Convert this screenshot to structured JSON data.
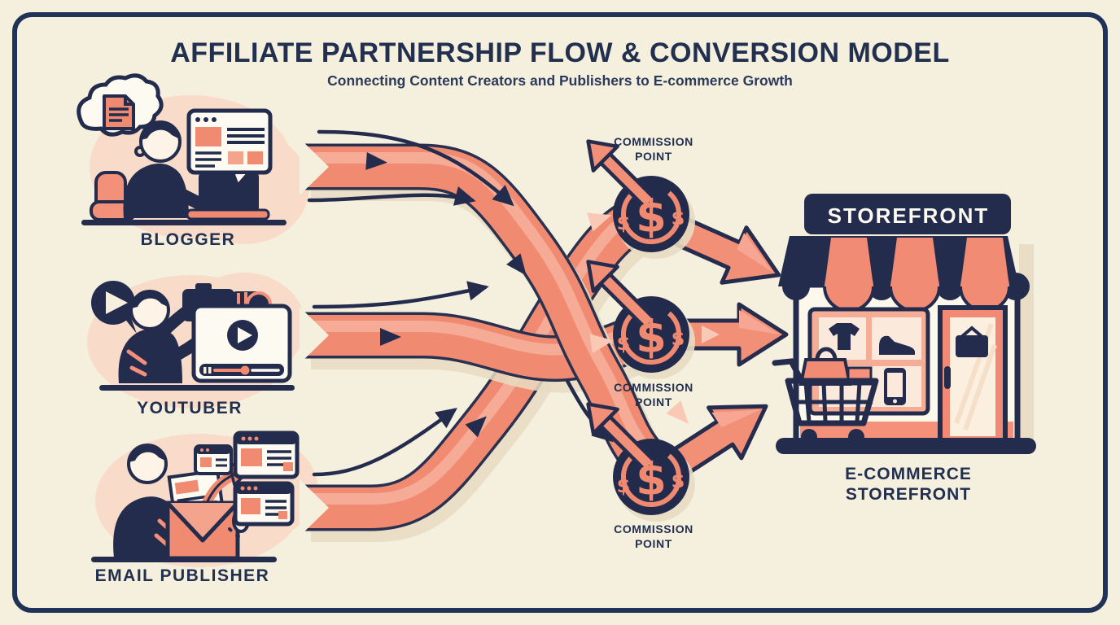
{
  "header": {
    "title": "AFFILIATE PARTNERSHIP FLOW & CONVERSION MODEL",
    "subtitle": "Connecting Content Creators and Publishers to E-commerce Growth"
  },
  "sources": [
    {
      "id": "blogger",
      "label": "BLOGGER"
    },
    {
      "id": "youtuber",
      "label": "YOUTUBER"
    },
    {
      "id": "email-publisher",
      "label": "EMAIL PUBLISHER"
    }
  ],
  "commission_points": [
    {
      "position": "top",
      "line1": "COMMISSION",
      "line2": "POINT",
      "currency_main": "$",
      "currency_left": "$",
      "currency_right": "$"
    },
    {
      "position": "middle",
      "line1": "COMMISSION",
      "line2": "POINT",
      "currency_main": "$",
      "currency_left": "$",
      "currency_right": "$"
    },
    {
      "position": "bottom",
      "line1": "COMMISSION",
      "line2": "POINT",
      "currency_main": "$",
      "currency_left": "$",
      "currency_right": "$"
    }
  ],
  "destination": {
    "sign_text": "STOREFRONT",
    "caption_line1": "E-COMMERCE",
    "caption_line2": "STOREFRONT"
  },
  "icons": [
    "thought-bubble-icon",
    "document-icon",
    "browser-window-icon",
    "laptop-icon",
    "play-button-icon",
    "video-player-icon",
    "camera-icon",
    "envelope-icon",
    "newsletter-icon",
    "send-arrow-icon",
    "dollar-sign-icon",
    "growth-arrow-icon",
    "flow-arrow-icon",
    "storefront-icon",
    "awning-icon",
    "shopping-cart-icon",
    "shopping-bag-icon",
    "tshirt-icon",
    "shoe-icon",
    "phone-icon",
    "door-sign-icon"
  ],
  "colors": {
    "background": "#f5efde",
    "frame_navy": "#1e3357",
    "ink_navy": "#22304f",
    "shape_navy": "#242c4d",
    "coral": "#f08a70",
    "coral_light": "#f6ab97",
    "coral_pale": "#f9c9b5",
    "blob_pink": "#f9dbc9",
    "cream_white": "#fdfaf1",
    "shadow_warm": "#e8dcc2"
  }
}
